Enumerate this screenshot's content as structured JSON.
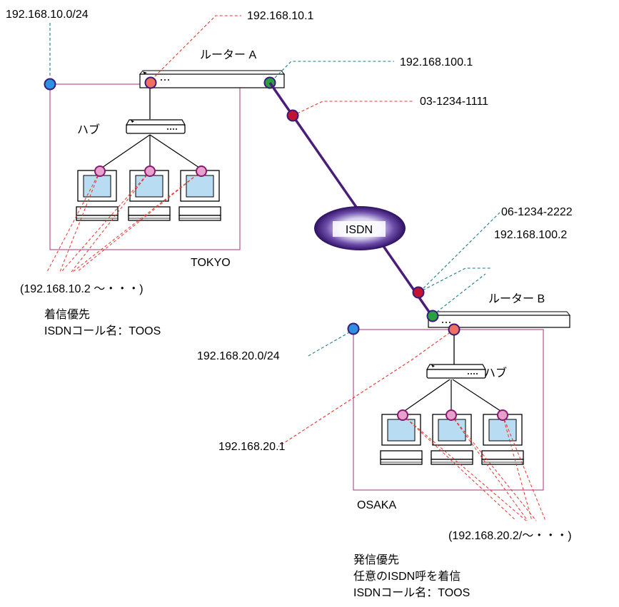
{
  "tokyo": {
    "network": "192.168.10.0/24",
    "router_lan_ip": "192.168.10.1",
    "router_name": "ルーター A",
    "router_wan_ip": "192.168.100.1",
    "isdn_number": "03-1234-1111",
    "hub_label": "ハブ",
    "site_name": "TOKYO",
    "hosts_range": "(192.168.10.2 ～・・・)",
    "notes": [
      "着信優先",
      "ISDNコール名：TOOS"
    ]
  },
  "isdn": {
    "label": "ISDN"
  },
  "osaka": {
    "isdn_number": "06-1234-2222",
    "router_wan_ip": "192.168.100.2",
    "router_name": "ルーター B",
    "network": "192.168.20.0/24",
    "hub_label": "ハブ",
    "router_lan_ip": "192.168.20.1",
    "site_name": "OSAKA",
    "hosts_range": "(192.168.20.2/～・・・)",
    "notes": [
      "発信優先",
      "任意のISDN呼を着信",
      "ISDNコール名：TOOS"
    ]
  },
  "colors": {
    "box_border": "#b0588e",
    "wan_line": "#4a1d7a",
    "lan_leader": "#e8332a",
    "wan_leader": "#1d7a88",
    "net_dot": "#2f8fe0",
    "router_lan_dot": "#f07060",
    "router_wan_dot": "#2aa040",
    "isdn_dot": "#c41230",
    "pc_dot": "#e8a0cc",
    "pc_screen": "#b8dcf2"
  }
}
